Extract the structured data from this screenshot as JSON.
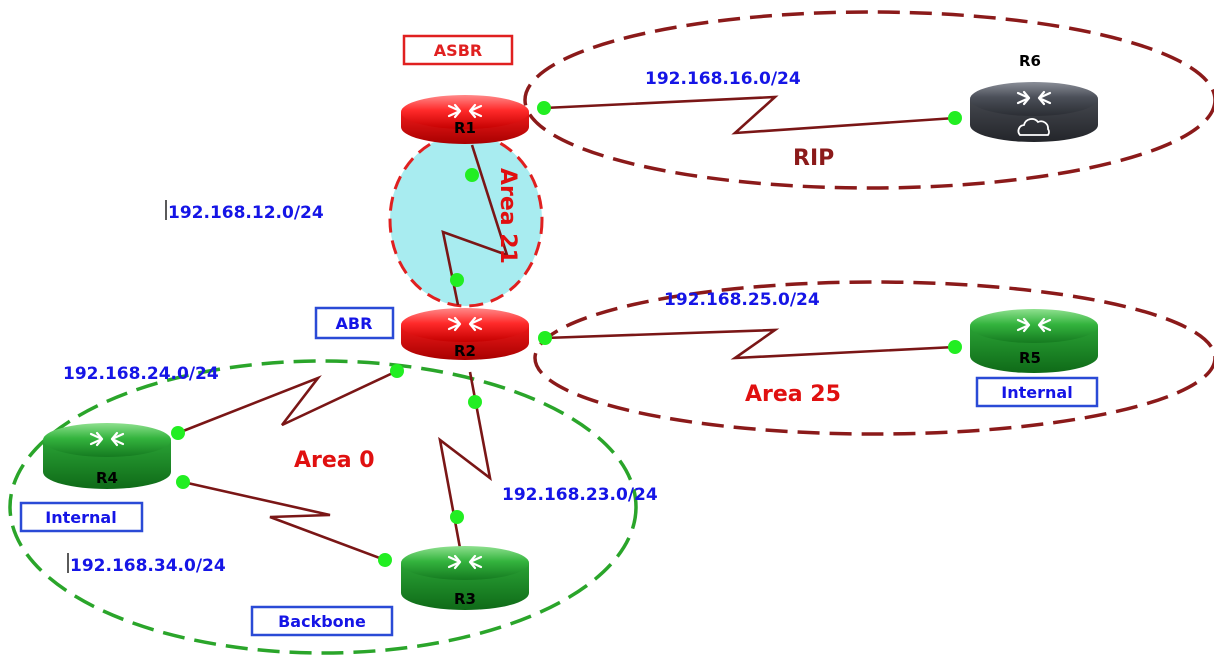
{
  "colors": {
    "router_red": "#e01010",
    "router_green": "#1e9a2a",
    "router_dark": "#3a3d44",
    "link": "#7a1616",
    "port": "#22ee22",
    "area0_border": "#2aa52a",
    "area21_fill": "#a8ecf0",
    "area21_border": "#e02020",
    "rip_area25_border": "#8b1a1a",
    "network_text": "#1515e6",
    "area_text": "#e01010",
    "rip_text": "#8b1a1a",
    "asbr_box": "#e02020",
    "blue_box": "#2a4ad6"
  },
  "routers": {
    "r1": "R1",
    "r2": "R2",
    "r3": "R3",
    "r4": "R4",
    "r5": "R5",
    "r6": "R6"
  },
  "networks": {
    "n16": "192.168.16.0/24",
    "n12": "192.168.12.0/24",
    "n25": "192.168.25.0/24",
    "n24": "192.168.24.0/24",
    "n23": "192.168.23.0/24",
    "n34": "192.168.34.0/24"
  },
  "areas": {
    "rip": "RIP",
    "area21": "Area 21",
    "area25": "Area 25",
    "area0": "Area 0"
  },
  "tags": {
    "asbr": "ASBR",
    "abr": "ABR",
    "r5_role": "Internal",
    "r4_role": "Internal",
    "r3_role": "Backbone"
  },
  "icons": {
    "router": "router-icon",
    "cloud": "cloud-icon"
  }
}
